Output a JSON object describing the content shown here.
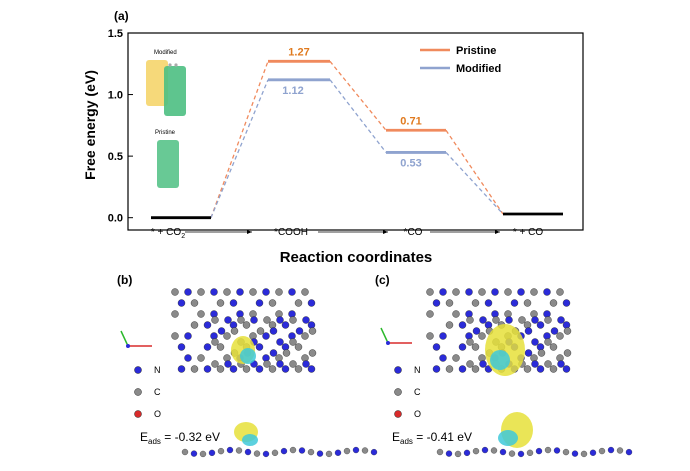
{
  "panels": {
    "a": "(a)",
    "b": "(b)",
    "c": "(c)"
  },
  "chart_data": {
    "type": "line",
    "ylabel": "Free energy (eV)",
    "xlabel": "Reaction coordinates",
    "ylim": [
      -0.1,
      1.5
    ],
    "yticks": [
      "0.0",
      "0.5",
      "1.0",
      "1.5"
    ],
    "ytick_values": [
      0.0,
      0.5,
      1.0,
      1.5
    ],
    "categories": [
      {
        "main": "* + CO",
        "sub": "2"
      },
      {
        "main": "*COOH",
        "sub": ""
      },
      {
        "main": "*CO",
        "sub": ""
      },
      {
        "main": "* + CO",
        "sub": ""
      }
    ],
    "series": [
      {
        "name": "Pristine",
        "color": "#F08A5D",
        "values": [
          0.0,
          1.27,
          0.71,
          0.03
        ]
      },
      {
        "name": "Modified",
        "color": "#8FA3CF",
        "values": [
          0.0,
          1.12,
          0.53,
          0.03
        ]
      }
    ],
    "final_level": {
      "value": 0.03,
      "color": "#000000"
    },
    "value_labels": [
      {
        "text": "1.27",
        "color": "#E07A1F"
      },
      {
        "text": "1.12",
        "color": "#8FA3CF"
      },
      {
        "text": "0.71",
        "color": "#E07A1F"
      },
      {
        "text": "0.53",
        "color": "#8FA3CF"
      }
    ],
    "legend_position": "top-right",
    "inset_labels": {
      "modified": "Modified",
      "pristine": "Pristine"
    }
  },
  "structures": {
    "legend_items": [
      {
        "label": "N",
        "color": "#2B2BD9"
      },
      {
        "label": "C",
        "color": "#8A8A8A"
      },
      {
        "label": "O",
        "color": "#D92B2B"
      }
    ],
    "eads_prefix": "E",
    "eads_sub": "ads",
    "b_value": " = -0.32 eV",
    "c_value": " = -0.41 eV"
  }
}
